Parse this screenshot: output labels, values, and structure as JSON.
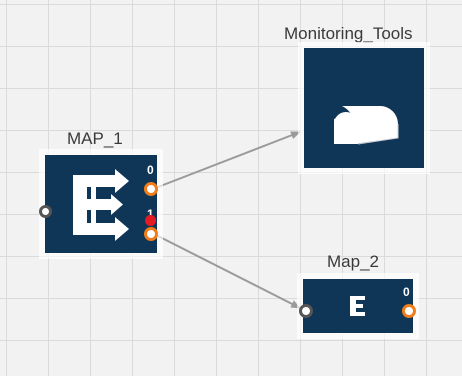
{
  "nodes": {
    "monitoring": {
      "label": "Monitoring_Tools",
      "icon": "mailbox-icon"
    },
    "map1": {
      "label": "MAP_1",
      "icon": "map-icon",
      "port0": "0",
      "port1": "1"
    },
    "map2": {
      "label": "Map_2",
      "icon": "map-icon",
      "port0": "0"
    }
  },
  "colors": {
    "node_fill": "#0f3657",
    "port_out": "#f07d1a",
    "port_in": "#555555",
    "port_active": "#e31b23",
    "edge": "#9a9a9a"
  }
}
